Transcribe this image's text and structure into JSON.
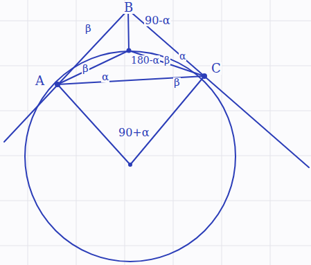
{
  "diagram": {
    "labels": [
      "B",
      "β",
      "90-α",
      "A",
      "β",
      "α",
      "180-α",
      "β",
      "α",
      "β",
      "C",
      "90+α"
    ]
  }
}
